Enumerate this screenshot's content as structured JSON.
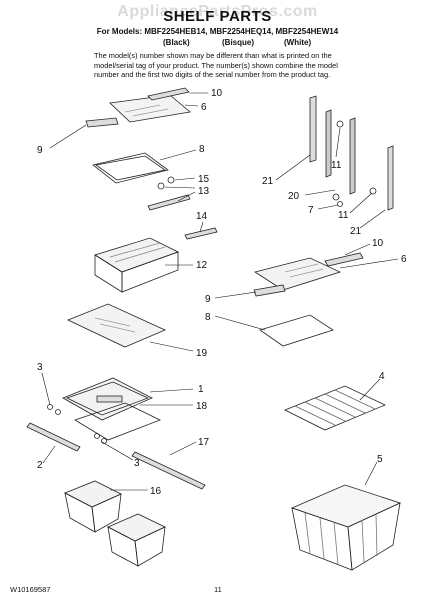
{
  "header": {
    "watermark": "AppliancePartsPros.com",
    "title": "SHELF PARTS",
    "models_line": "For Models: MBF2254HEB14, MBF2254HEQ14, MBF2254HEW14",
    "colors": [
      "(Black)",
      "(Bisque)",
      "(White)"
    ],
    "note": "The model(s) number shown may be different than what is printed on the model/serial tag of your product. The number(s) shown combine the model number and the first two digits of the serial number from the product tag."
  },
  "callouts": {
    "c10a": "10",
    "c6a": "6",
    "c9a": "9",
    "c8a": "8",
    "c15": "15",
    "c13": "13",
    "c14": "14",
    "c12": "12",
    "c19": "19",
    "c3a": "3",
    "c1": "1",
    "c18": "18",
    "c2": "2",
    "c3b": "3",
    "c17": "17",
    "c16": "16",
    "c11a": "11",
    "c21a": "21",
    "c20": "20",
    "c7": "7",
    "c11b": "11",
    "c21b": "21",
    "c10b": "10",
    "c6b": "6",
    "c9b": "9",
    "c8b": "8",
    "c4": "4",
    "c5": "5"
  },
  "footer": {
    "doc_number": "W10169587",
    "page_number": "11"
  }
}
